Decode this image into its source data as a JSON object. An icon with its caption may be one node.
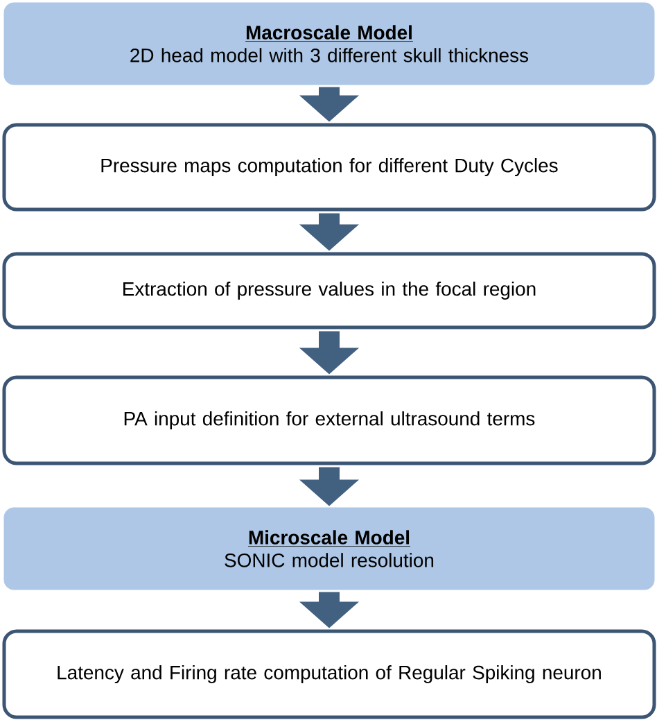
{
  "diagram": {
    "nodes": [
      {
        "text": [
          "Macroscale Model",
          "2D head model with 3 different skull thickness"
        ]
      },
      {
        "text": [
          "Pressure maps computation for different Duty Cycles"
        ]
      },
      {
        "text": [
          "Extraction of pressure values in the focal region"
        ]
      },
      {
        "text": [
          "PA input definition for external ultrasound terms"
        ]
      },
      {
        "text": [
          "Microscale Model",
          "SONIC model resolution"
        ]
      },
      {
        "text": [
          "Latency and Firing rate computation of Regular Spiking neuron"
        ]
      }
    ],
    "edges": [
      {
        "from": 0,
        "to": 1,
        "arrow": "to"
      },
      {
        "from": 1,
        "to": 2,
        "arrow": "to"
      },
      {
        "from": 2,
        "to": 3,
        "arrow": "to"
      },
      {
        "from": 3,
        "to": 4,
        "arrow": "to"
      },
      {
        "from": 4,
        "to": 5,
        "arrow": "to"
      }
    ]
  }
}
